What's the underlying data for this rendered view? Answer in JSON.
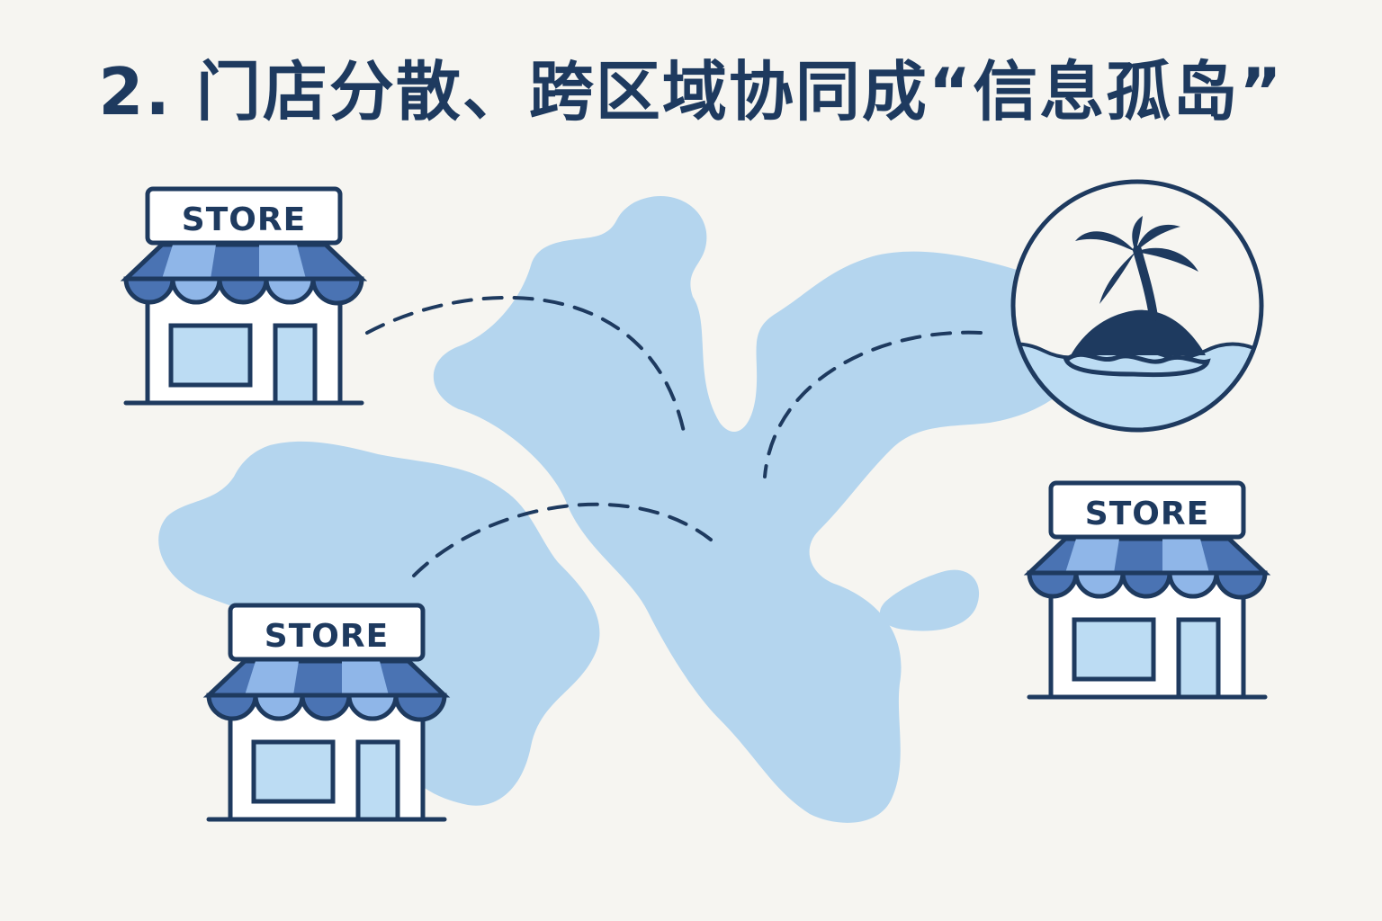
{
  "title": "2. 门店分散、跨区域协同成“信息孤岛”",
  "stores": [
    {
      "sign": "STORE"
    },
    {
      "sign": "STORE"
    },
    {
      "sign": "STORE"
    }
  ],
  "colors": {
    "background": "#f6f5f1",
    "ink": "#1e3a5f",
    "map": "#b4d5ee",
    "awning_dark": "#4a73b3",
    "awning_light": "#8fb6e8",
    "window": "#bcdcf3"
  },
  "icons": [
    "store-icon",
    "island-palm-icon",
    "world-map"
  ]
}
